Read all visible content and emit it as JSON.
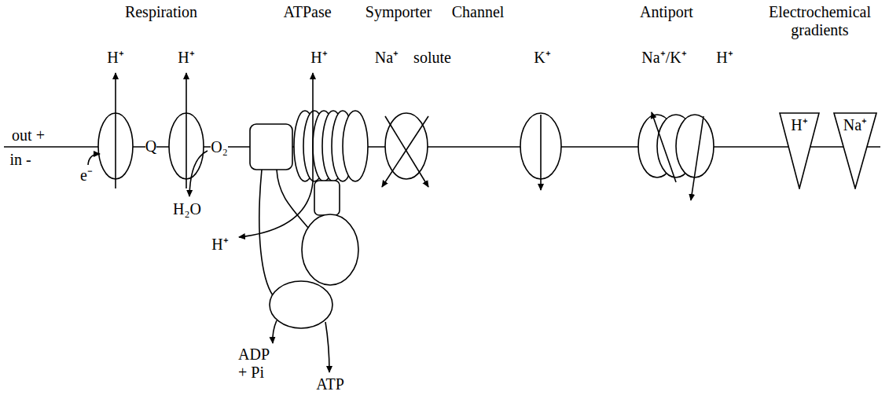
{
  "diagram": {
    "nodes": [
      {
        "text": [
          "H⁺"
        ]
      },
      {
        "text": [
          "Na⁺"
        ]
      }
    ],
    "labels": [
      "Respiration",
      "ATPase",
      "Symporter",
      "Channel",
      "Antiport",
      "Electrochemical gradients",
      "H⁺",
      "H⁺",
      "H⁺",
      "Na⁺",
      "solute",
      "K⁺",
      "Na⁺/K⁺",
      "H⁺",
      "out +",
      "in -",
      "Q",
      "O₂",
      "e⁻",
      "H₂O",
      "H⁺",
      "ADP + Pi",
      "ATP"
    ]
  }
}
